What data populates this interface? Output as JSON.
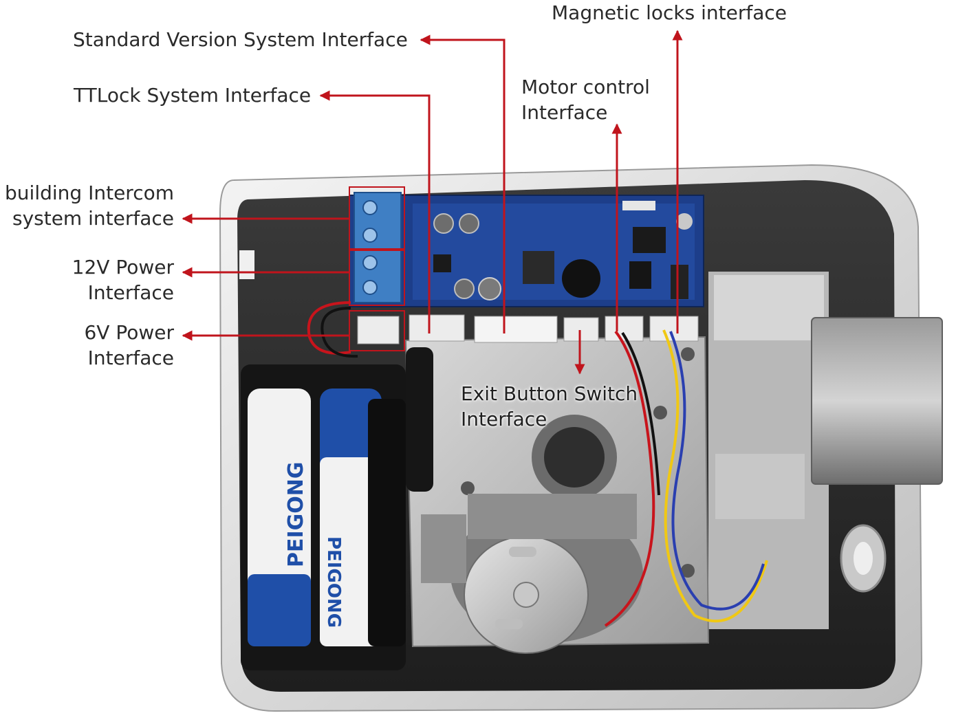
{
  "callouts": {
    "magnetic": "Magnetic locks interface",
    "standard": "Standard Version System Interface",
    "ttlock": "TTLock System Interface",
    "motor": [
      "Motor control",
      "Interface"
    ],
    "intercom": [
      "building Intercom",
      "system interface"
    ],
    "power12": [
      "12V Power",
      "Interface"
    ],
    "power6": [
      "6V Power",
      "Interface"
    ],
    "exit": [
      "Exit Button Switch",
      "Interface"
    ]
  },
  "battery_brand": "PEIGONG",
  "colors": {
    "arrow": "#c0141c",
    "housing_frame": "#d9d9d9",
    "housing_inner": "#2b2b2b",
    "pcb": "#1d3e8a",
    "terminal_block": "#3f7fc4",
    "battery_blue": "#1f4fa8",
    "battery_white": "#f2f2f2",
    "censor_box": "#8e8e8e"
  }
}
